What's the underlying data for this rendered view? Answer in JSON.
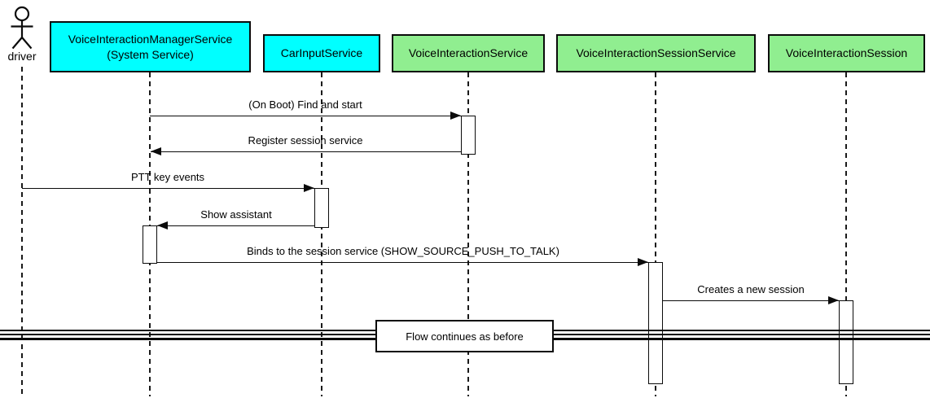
{
  "actor": {
    "name": "driver"
  },
  "participants": [
    {
      "name": "VoiceInteractionManagerService",
      "subtitle": "(System Service)",
      "fill": "#00FFFF"
    },
    {
      "name": "CarInputService",
      "fill": "#00FFFF"
    },
    {
      "name": "VoiceInteractionService",
      "fill": "#90EE90"
    },
    {
      "name": "VoiceInteractionSessionService",
      "fill": "#90EE90"
    },
    {
      "name": "VoiceInteractionSession",
      "fill": "#90EE90"
    }
  ],
  "messages": [
    {
      "text": "(On Boot) Find and start",
      "from": "VoiceInteractionManagerService",
      "to": "VoiceInteractionService",
      "direction": "right"
    },
    {
      "text": "Register session service",
      "from": "VoiceInteractionService",
      "to": "VoiceInteractionManagerService",
      "direction": "left"
    },
    {
      "text": "PTT key events",
      "from": "driver",
      "to": "CarInputService",
      "direction": "right"
    },
    {
      "text": "Show assistant",
      "from": "CarInputService",
      "to": "VoiceInteractionManagerService",
      "direction": "left"
    },
    {
      "text": "Binds to the session service (SHOW_SOURCE_PUSH_TO_TALK)",
      "from": "VoiceInteractionManagerService",
      "to": "VoiceInteractionSessionService",
      "direction": "right"
    },
    {
      "text": "Creates a new session",
      "from": "VoiceInteractionSessionService",
      "to": "VoiceInteractionSession",
      "direction": "right"
    }
  ],
  "divider": {
    "text": "Flow continues as before"
  },
  "colors": {
    "participant_cyan": "#00FFFF",
    "participant_green": "#90EE90",
    "line": "#0b0b0b",
    "background": "#FFFFFF"
  }
}
